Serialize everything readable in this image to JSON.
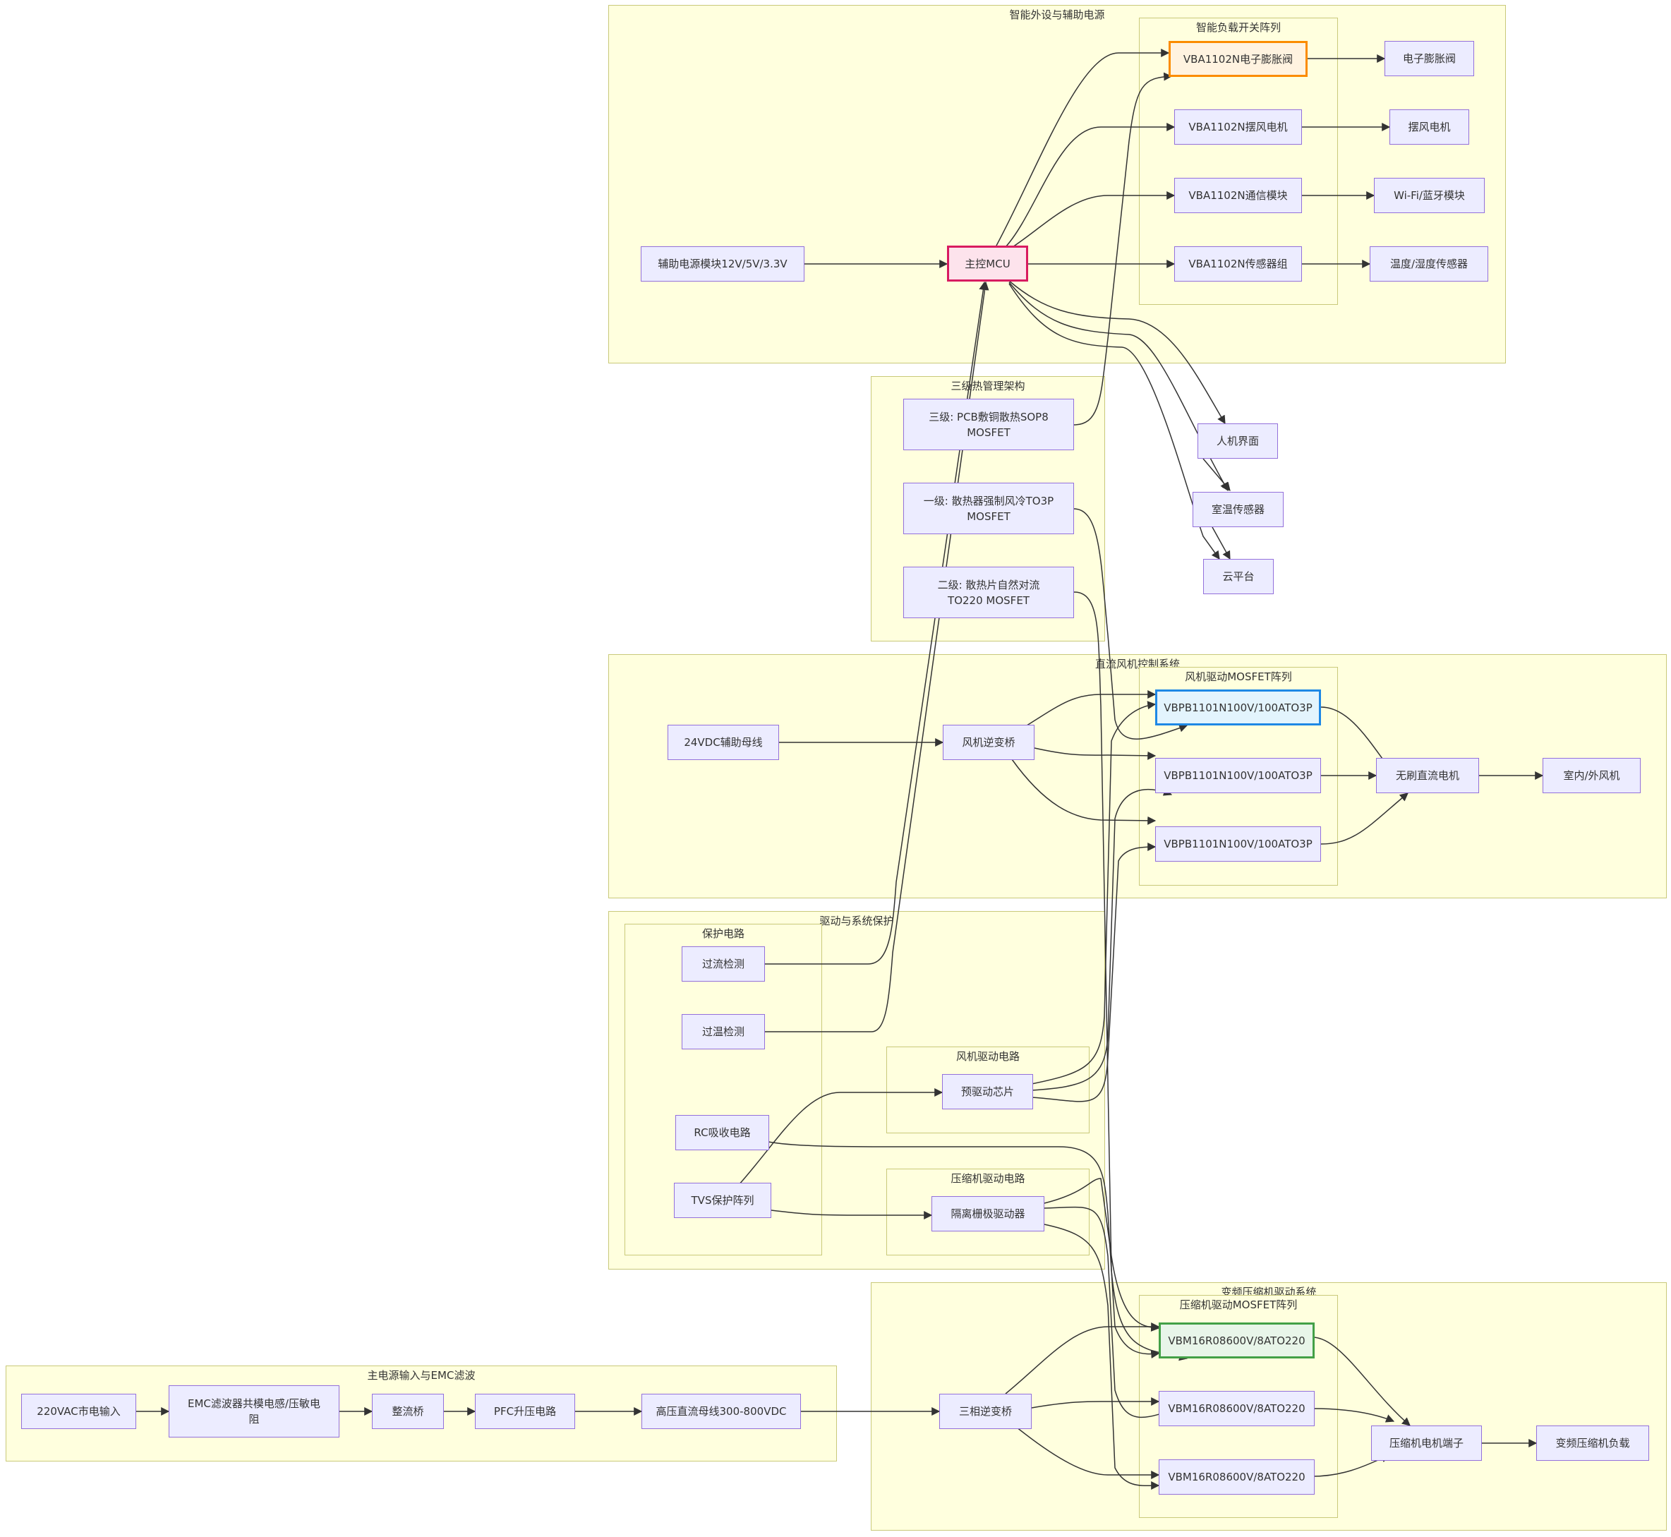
{
  "groups": {
    "smart": "智能外设与辅助电源",
    "loadswitch": "智能负载开关阵列",
    "thermal": "三级热管理架构",
    "dcfan": "直流风机控制系统",
    "fanmos": "风机驱动MOSFET阵列",
    "drive": "驱动与系统保护",
    "protect": "保护电路",
    "fandrive": "风机驱动电路",
    "compdrive": "压缩机驱动电路",
    "compsys": "变频压缩机驱动系统",
    "compmos": "压缩机驱动MOSFET阵列",
    "mains": "主电源输入与EMC滤波"
  },
  "nodes": {
    "aux": "辅助电源模块12V/5V/3.3V",
    "mcu": "主控MCU",
    "exv_sw": "VBA1102N电子膨胀阀",
    "swing_sw": "VBA1102N摆风电机",
    "comm_sw": "VBA1102N通信模块",
    "sensor_sw": "VBA1102N传感器组",
    "exv": "电子膨胀阀",
    "swing": "摆风电机",
    "wifi": "Wi-Fi/蓝牙模块",
    "temphum": "温度/湿度传感器",
    "hmi": "人机界面",
    "roomtemp": "室温传感器",
    "cloud": "云平台",
    "th3_l1": "三级: PCB敷铜散热SOP8",
    "th3_l2": "MOSFET",
    "th1_l1": "一级: 散热器强制风冷TO3P",
    "th1_l2": "MOSFET",
    "th2_l1": "二级: 散热片自然对流",
    "th2_l2": "TO220 MOSFET",
    "bus24": "24VDC辅助母线",
    "faninv": "风机逆变桥",
    "fanmos1": "VBPB1101N100V/100ATO3P",
    "fanmos2": "VBPB1101N100V/100ATO3P",
    "fanmos3": "VBPB1101N100V/100ATO3P",
    "bldc": "无刷直流电机",
    "fans": "室内/外风机",
    "ocp": "过流检测",
    "otp": "过温检测",
    "rc": "RC吸收电路",
    "tvs": "TVS保护阵列",
    "predrv": "预驱动芯片",
    "isogate": "隔离栅极驱动器",
    "comp1": "VBM16R08600V/8ATO220",
    "comp2": "VBM16R08600V/8ATO220",
    "comp3": "VBM16R08600V/8ATO220",
    "compinv": "三相逆变桥",
    "compterm": "压缩机电机端子",
    "compload": "变频压缩机负载",
    "ac220": "220VAC市电输入",
    "emc_l1": "EMC滤波器共模电感/压敏电",
    "emc_l2": "阻",
    "rect": "整流桥",
    "pfc": "PFC升压电路",
    "hvbus": "高压直流母线300-800VDC"
  },
  "colors": {
    "group_fill": "#ffffde",
    "group_border": "#c9c97a",
    "node_fill": "#ececff",
    "node_border": "#9370db",
    "mcu_fill": "#fde3ec",
    "mcu_border": "#d81b60",
    "exv_fill": "#fff3e0",
    "exv_border": "#fb8c00",
    "fan_fill": "#e3f4fd",
    "fan_border": "#1e88e5",
    "comp_fill": "#e8f5e9",
    "comp_border": "#43a047",
    "edge": "#333333"
  }
}
